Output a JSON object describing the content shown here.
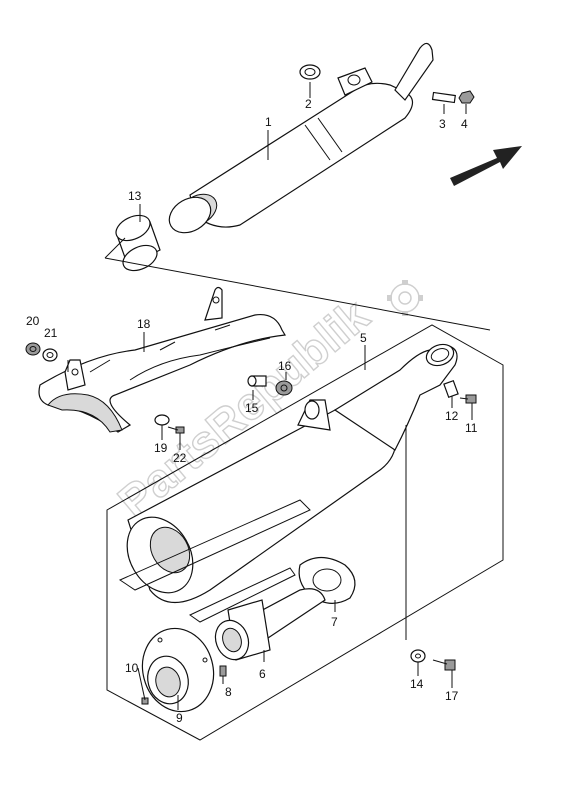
{
  "watermark": "PartsRepublik",
  "callouts": {
    "c1": "1",
    "c2": "2",
    "c3": "3",
    "c4": "4",
    "c5": "5",
    "c6": "6",
    "c7": "7",
    "c8": "8",
    "c9": "9",
    "c10": "10",
    "c11": "11",
    "c12": "12",
    "c13": "13",
    "c14": "14",
    "c15": "15",
    "c16": "16",
    "c17": "17",
    "c18": "18",
    "c19": "19",
    "c20": "20",
    "c21": "21",
    "c22": "22"
  },
  "icons": {
    "direction": "front-direction-arrow-icon",
    "gear": "gear-watermark-icon"
  }
}
